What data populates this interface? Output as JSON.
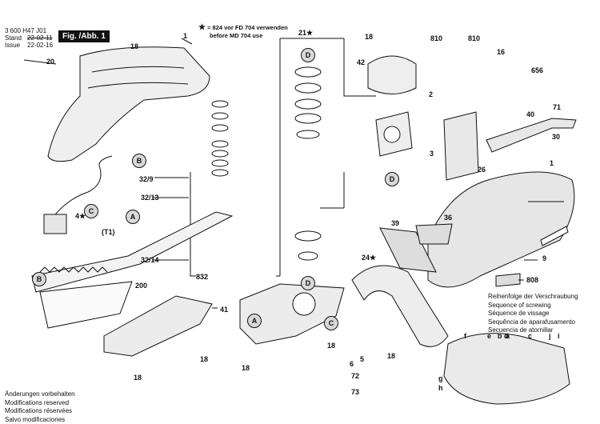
{
  "header": {
    "doc_id": "3 600 H47 J01",
    "stand_label": "Stand",
    "stand_date": "22-02-11",
    "issue_label": "Issue",
    "issue_date": "22-02-16",
    "figure": "Fig. /Abb. 1"
  },
  "note": {
    "star": "★",
    "text": "= 824 vor FD 704 verwenden",
    "text2": "before MD 704 use"
  },
  "footer_left": [
    "Änderungen vorbehalten",
    "Modifications reserved",
    "Modifications réservées",
    "Salvo modificaciones"
  ],
  "footer_right": [
    "Reihenfolge der Verschraubung",
    "Sequence of screwing",
    "Séquence de vissage",
    "Sequência de aparafusamento",
    "Secuencia de atornillar"
  ],
  "part_labels": {
    "p1a": "1",
    "p1b": "1",
    "p2": "2",
    "p3": "3",
    "p4": "4★",
    "p5": "5",
    "p6": "6",
    "p9": "9",
    "p16": "16",
    "p18a": "18",
    "p18b": "18",
    "p18c": "18",
    "p18d": "18",
    "p18e": "18",
    "p18f": "18",
    "p18g": "18",
    "p20": "20",
    "p21": "21★",
    "p24": "24★",
    "p26": "26",
    "p30": "30",
    "p32_9": "32/9",
    "p32_13": "32/13",
    "p32_14": "32/14",
    "p36": "36",
    "p39": "39",
    "p40": "40",
    "p41": "41",
    "p42": "42",
    "p71": "71",
    "p72": "72",
    "p73": "73",
    "p200": "200",
    "p656": "656",
    "p808": "808",
    "p810a": "810",
    "p810b": "810",
    "p832": "832",
    "t1": "(T1)"
  },
  "callouts": {
    "A1": "A",
    "A2": "A",
    "B1": "B",
    "B2": "B",
    "C1": "C",
    "C2": "C",
    "D1": "D",
    "D2": "D",
    "D3": "D"
  },
  "sequence_letters": [
    "a",
    "b",
    "c",
    "d",
    "e",
    "f",
    "g",
    "h",
    "i",
    "j"
  ]
}
